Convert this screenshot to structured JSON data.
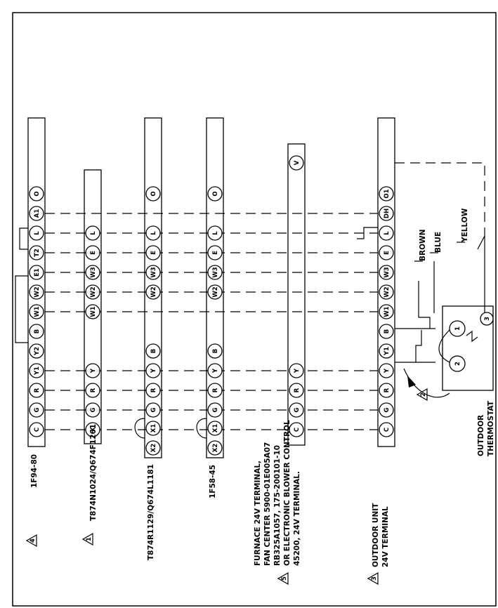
{
  "strips": [
    {
      "id": "s1",
      "label_marker": "4",
      "labels": [
        "1F94-80"
      ],
      "terminals": [
        "C",
        "G",
        "R",
        "Y1",
        "Y2",
        "B",
        "W1",
        "W2",
        "E1",
        "T2",
        "L",
        "A1",
        "O"
      ]
    },
    {
      "id": "s2",
      "label_marker": "1",
      "labels": [
        "T874N1024/Q674F1261"
      ],
      "terminals": [
        "X",
        "G",
        "R",
        "Y",
        "W1",
        "W2",
        "W3",
        "E",
        "L"
      ]
    },
    {
      "id": "s3",
      "label_marker": "",
      "labels": [
        "T874R1129/Q674L1181"
      ],
      "terminals": [
        "X2",
        "X1",
        "G",
        "R",
        "Y",
        "B",
        "W2",
        "W3",
        "E",
        "L",
        "O"
      ]
    },
    {
      "id": "s4",
      "label_marker": "",
      "labels": [
        "1F58-45"
      ],
      "terminals": [
        "X2",
        "X1",
        "G",
        "R",
        "Y",
        "B",
        "W2",
        "W3",
        "E",
        "L",
        "O"
      ]
    },
    {
      "id": "s5",
      "label_marker": "5",
      "labels": [
        "FURNACE 24V TERMINAL,",
        "FAN CENTER 5900-01E005A07",
        "RB325A1057, 175-200101-10",
        "OR ELECTRONIC BLOWER CONTROL",
        "45200, 24V TERMINAL."
      ],
      "terminals": [
        "C",
        "G",
        "R",
        "Y",
        "V"
      ]
    },
    {
      "id": "s6",
      "label_marker": "3",
      "labels": [
        "OUTDOOR UNIT",
        "24V TERMINAL"
      ],
      "terminals": [
        "C",
        "G",
        "R",
        "Y",
        "Y1",
        "B",
        "W1",
        "W2",
        "W3",
        "E",
        "L",
        "DH",
        "O1"
      ]
    }
  ],
  "wire_labels": [
    "BROWN",
    "BLUE",
    "YELLOW"
  ],
  "thermostat": {
    "labels": [
      "OUTDOOR",
      "THERMOSTAT"
    ],
    "terminals": [
      "1",
      "2",
      "3"
    ],
    "marker": "2"
  }
}
